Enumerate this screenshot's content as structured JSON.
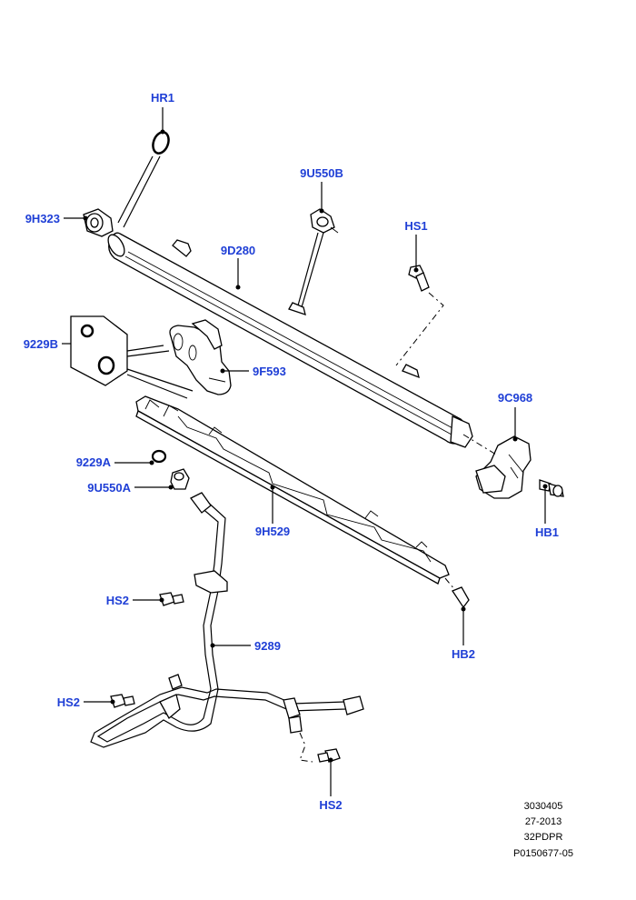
{
  "callouts": {
    "hr1": "HR1",
    "p9h323": "9H323",
    "p9u550b": "9U550B",
    "hs1": "HS1",
    "p9d280": "9D280",
    "p9229b": "9229B",
    "p9f593": "9F593",
    "p9c968": "9C968",
    "p9229a": "9229A",
    "p9u550a": "9U550A",
    "p9h529": "9H529",
    "hb1": "HB1",
    "hs2_upper": "HS2",
    "hb2": "HB2",
    "p9289": "9289",
    "hs2_middle": "HS2",
    "hs2_lower": "HS2"
  },
  "reference_block": [
    "3030405",
    "27-2013",
    "32PDPR",
    "P0150677-05"
  ],
  "colors": {
    "callout": "#1f3fd6",
    "line": "#000000",
    "background": "#ffffff"
  }
}
